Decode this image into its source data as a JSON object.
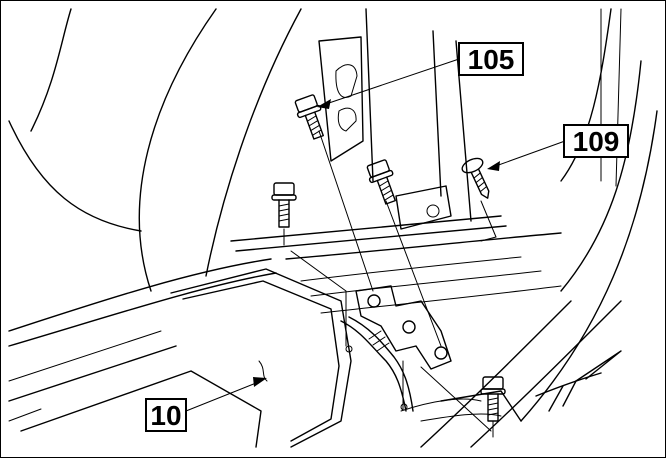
{
  "callouts": {
    "c105": {
      "text": "105"
    },
    "c109": {
      "text": "109"
    },
    "c10": {
      "text": "10"
    }
  },
  "colors": {
    "line": "#000000",
    "background": "#ffffff"
  }
}
